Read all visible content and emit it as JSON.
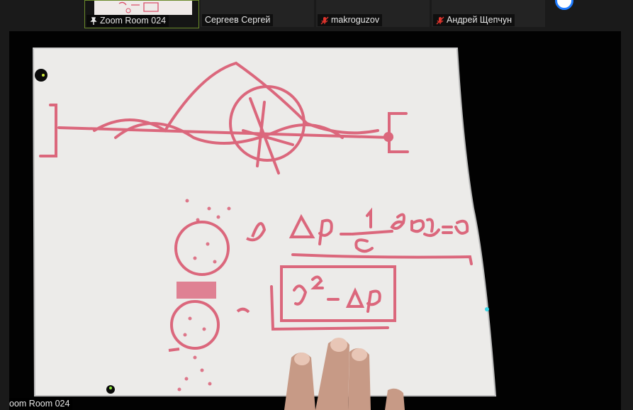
{
  "participants": [
    {
      "name": "Zoom Room 024",
      "pinned": true,
      "muted": false,
      "icon": "pin-icon"
    },
    {
      "name": "Сергеев Сергей",
      "pinned": false,
      "muted": false
    },
    {
      "name": "makroguzov",
      "pinned": false,
      "muted": true,
      "icon": "muted-mic-icon"
    },
    {
      "name": "Андрей Щепчун",
      "pinned": false,
      "muted": true,
      "icon": "muted-mic-icon"
    }
  ],
  "main_video": {
    "speaker_label": "oom Room 024"
  },
  "colors": {
    "pinned_border": "#6a8a2a",
    "muted_icon": "#e0342d",
    "avatar_ring": "#1f7cff",
    "ink": "#d9506a"
  }
}
